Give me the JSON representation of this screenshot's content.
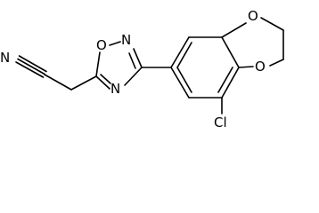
{
  "structure": {
    "atoms": {
      "nitrile_n": "N",
      "ring_o": "O",
      "ring_n_upper": "N",
      "ring_n_lower": "N",
      "dioxane_o_upper": "O",
      "dioxane_o_lower": "O",
      "chlorine": "Cl"
    }
  }
}
